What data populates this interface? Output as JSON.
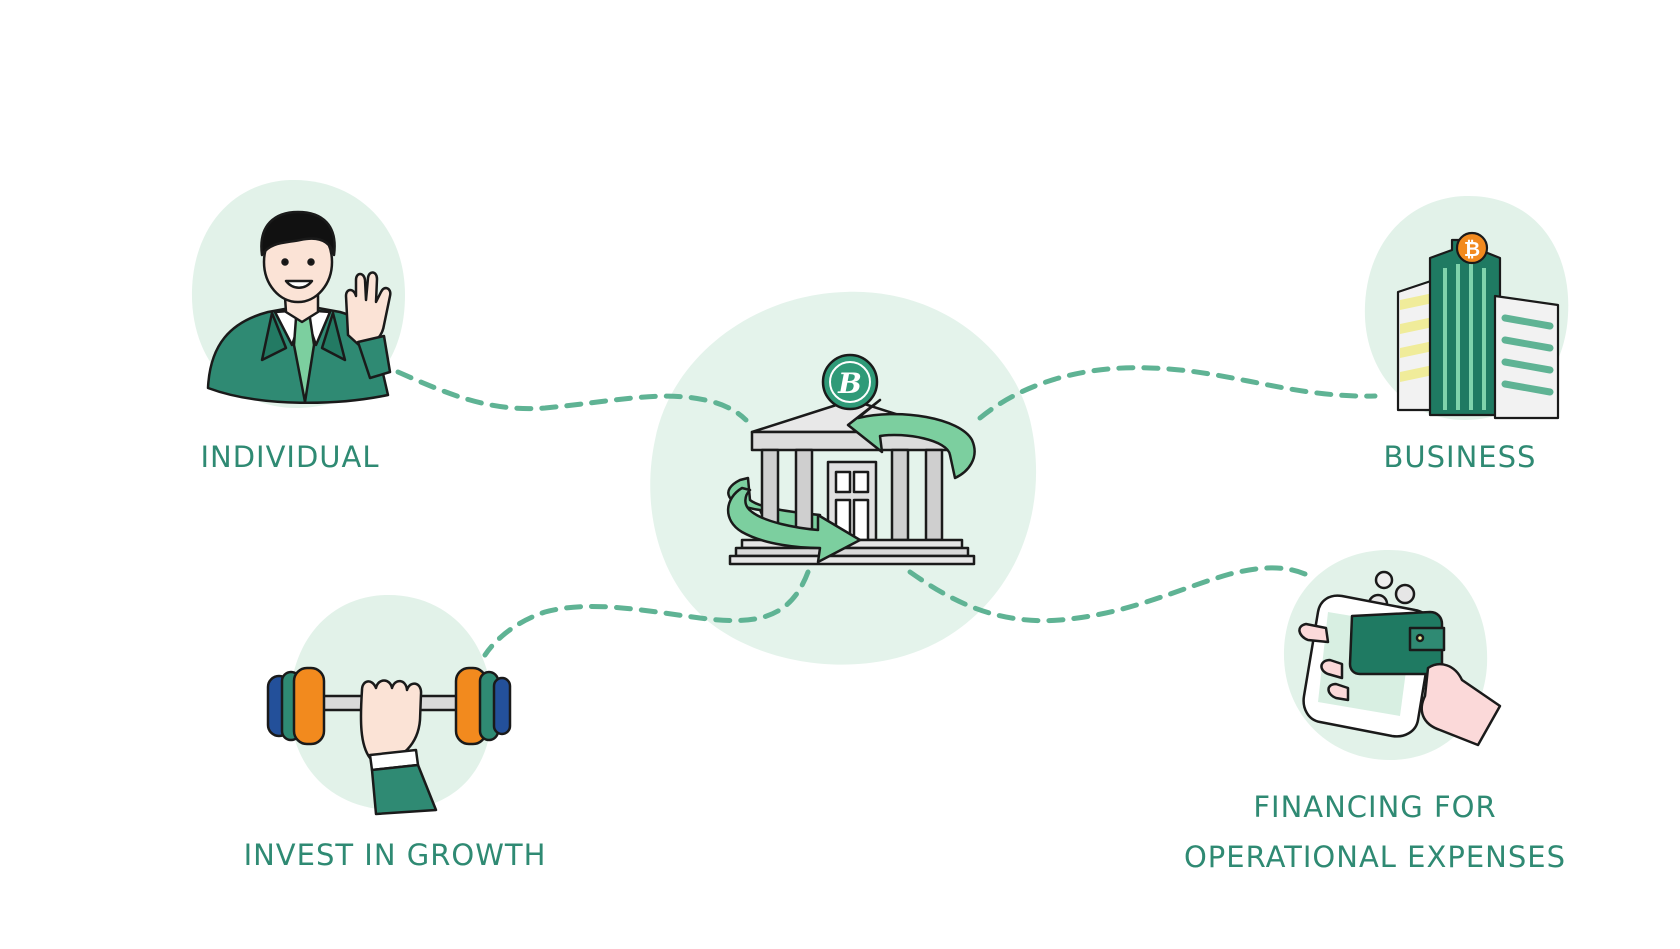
{
  "nodes": {
    "individual": {
      "label": "INDIVIDUAL",
      "icon": "person-waving-icon"
    },
    "business": {
      "label": "BUSINESS",
      "icon": "bitcoin-office-building-icon"
    },
    "invest": {
      "label": "INVEST IN GROWTH",
      "icon": "hand-lifting-dumbbell-icon"
    },
    "financing": {
      "label_line1": "FINANCING FOR",
      "label_line2": "OPERATIONAL EXPENSES",
      "icon": "phone-wallet-icon"
    },
    "center": {
      "icon": "bitcoin-bank-cycle-icon",
      "badge": "B"
    }
  },
  "business_coin_text": "₿",
  "colors": {
    "accent": "#2f8a73",
    "blob": "#e2f3ea",
    "dash": "#5fb394",
    "dark_green": "#1f7a62",
    "orange": "#f28a1e"
  }
}
